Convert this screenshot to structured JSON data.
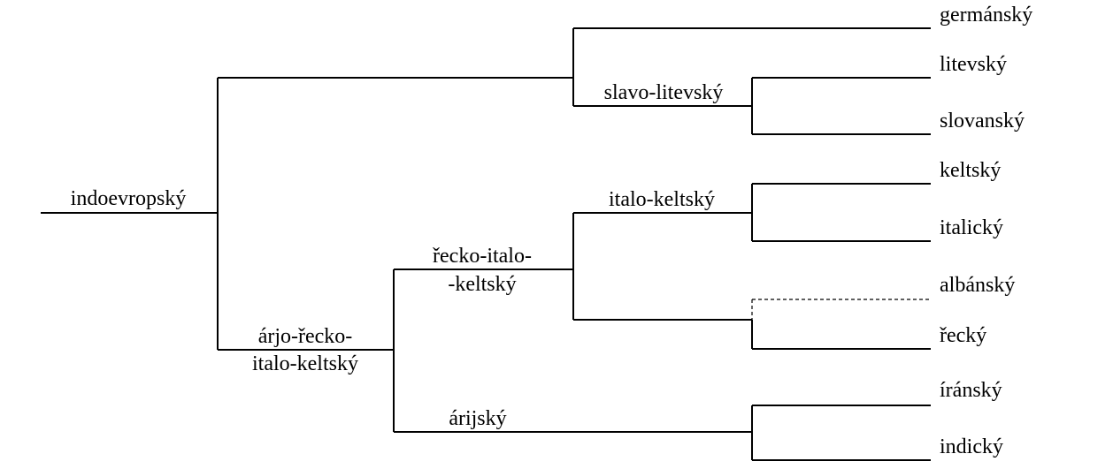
{
  "tree": {
    "internal": {
      "root": "indoevropský",
      "slavo_baltic": "slavo-litevský",
      "italo_celtic": "italo-keltský",
      "greco_italo_celtic_line1": "řecko-italo-",
      "greco_italo_celtic_line2": "-keltský",
      "aryo_greco_line1": "árjo-řecko-",
      "aryo_greco_line2": "italo-keltský",
      "aryan": "árijský"
    },
    "leaves": {
      "germanic": "germánský",
      "lithuanian": "litevský",
      "slavic": "slovanský",
      "celtic": "keltský",
      "italic": "italický",
      "albanian": "albánský",
      "greek": "řecký",
      "iranian": "íránský",
      "indic": "indický"
    }
  }
}
